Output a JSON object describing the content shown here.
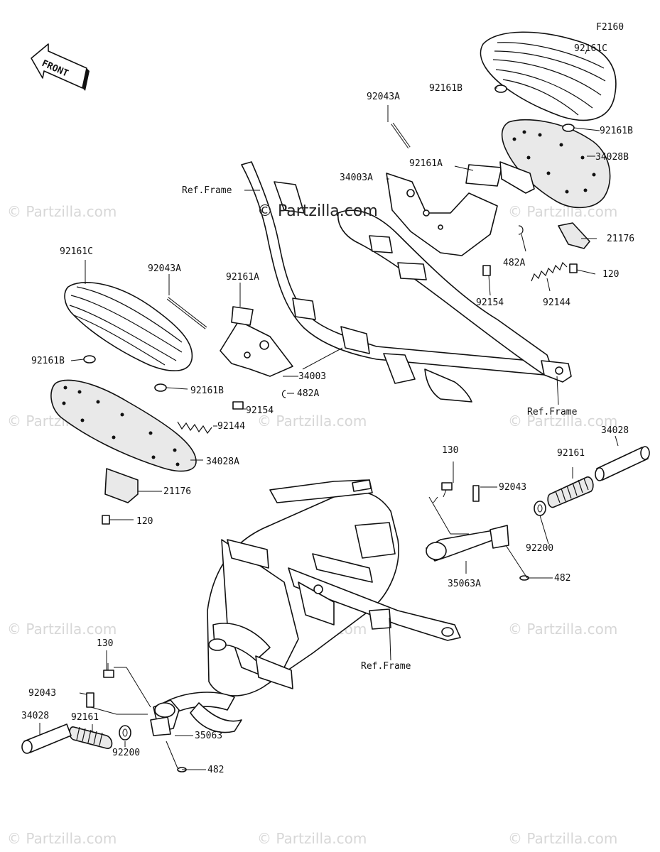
{
  "figure_code": "F2160",
  "front_label": "FRONT",
  "watermark_main": "© Partzilla.com",
  "watermark_repeat": "© Partzilla.com",
  "labels": {
    "front_shoe_top_r": "92161C",
    "bushing_b_r1": "92161B",
    "bushing_b_r2": "92161B",
    "pin_r": "92043A",
    "plate_r": "34028B",
    "rubber_a_r": "92161A",
    "holder_r": "34003A",
    "cover_r": "21176",
    "ref_frame_1": "Ref.Frame",
    "snap_r": "482A",
    "bolt_r": "92154",
    "spring_r": "92144",
    "screw_r": "120",
    "front_shoe_top_l": "92161C",
    "pin_l": "92043A",
    "rubber_a_l": "92161A",
    "bushing_b_l1": "92161B",
    "bushing_b_l2": "92161B",
    "holder_l": "34003",
    "snap_l": "482A",
    "bolt_l": "92154",
    "spring_l": "92144",
    "plate_l": "34028A",
    "cover_l": "21176",
    "screw_l": "120",
    "ref_frame_2": "Ref.Frame",
    "ref_frame_3": "Ref.Frame",
    "bolt_130_r": "130",
    "pin_92043_r": "92043",
    "peg_rubber_r": "92161",
    "peg_tube_r": "34028",
    "washer_r": "92200",
    "bracket_r": "35063A",
    "cotter_r": "482",
    "bolt_130_l": "130",
    "pin_92043_l": "92043",
    "bracket_l": "35063",
    "peg_rubber_l": "92161",
    "peg_tube_l": "34028",
    "washer_l": "92200",
    "cotter_l": "482"
  }
}
